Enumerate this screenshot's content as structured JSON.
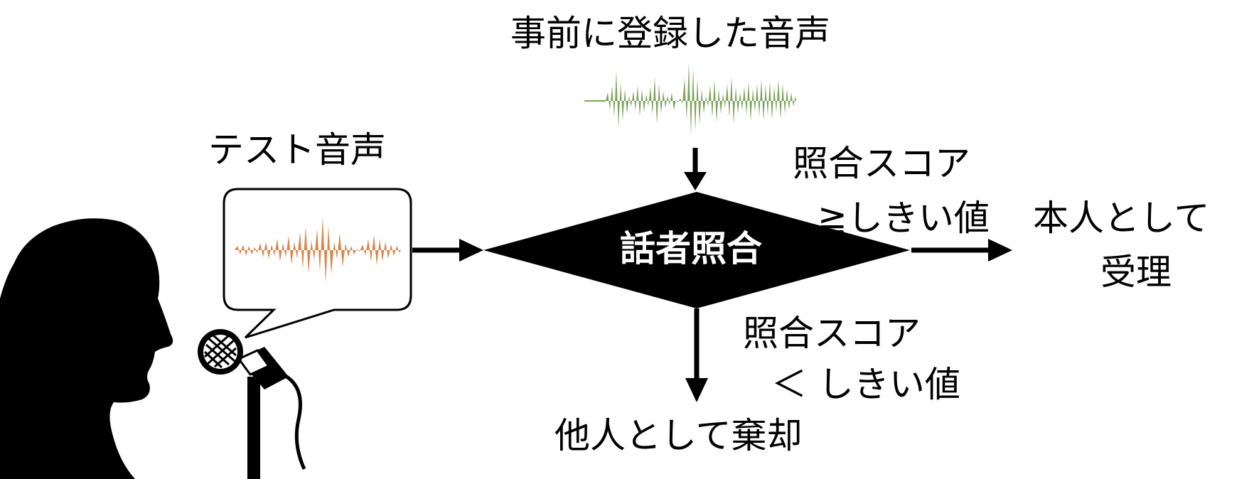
{
  "labels": {
    "registered_voice": "事前に登録した音声",
    "test_voice": "テスト音声",
    "speaker_verification": "話者照合",
    "accept_condition_line1": "照合スコア",
    "accept_condition_line2": "≧しきい値",
    "accept_result_line1": "本人として",
    "accept_result_line2": "受理",
    "reject_condition_line1": "照合スコア",
    "reject_condition_line2": "＜ しきい値",
    "reject_result": "他人として棄却"
  },
  "colors": {
    "registered_waveform": "#7aa35a",
    "test_waveform": "#d9844a",
    "diamond": "#000000",
    "silhouette": "#000000"
  },
  "icons": [
    "person-silhouette-icon",
    "microphone-icon",
    "speech-bubble-icon",
    "waveform-icon",
    "arrow-icon"
  ]
}
